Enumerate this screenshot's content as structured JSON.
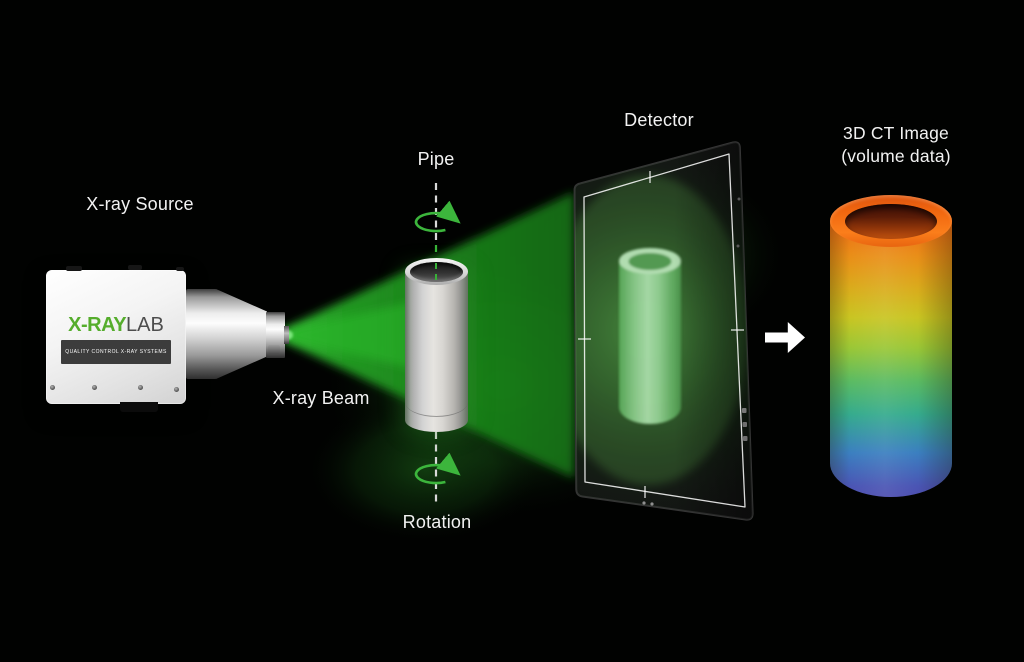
{
  "scene": {
    "background_color": "#000000",
    "labels": {
      "source": "X-ray Source",
      "pipe": "Pipe",
      "beam": "X-ray Beam",
      "detector": "Detector",
      "rotation": "Rotation",
      "ct_line1": "3D CT Image",
      "ct_line2": "(volume data)"
    },
    "source_device": {
      "logo_primary": "X-RAY",
      "logo_secondary": "LAB",
      "logo_tagline": "QUALITY CONTROL X-RAY SYSTEMS"
    },
    "colors": {
      "beam_green": "#1f8f1f",
      "logo_green": "#55ad2c",
      "label_text": "#f2f2f2",
      "rotation_arrow_green": "#3cb53c",
      "detector_glow_green": "#3a8f3a",
      "ct_gradient_top_orange": "#ee6a15",
      "ct_gradient_bottom_blue": "#4d4fb0"
    }
  }
}
